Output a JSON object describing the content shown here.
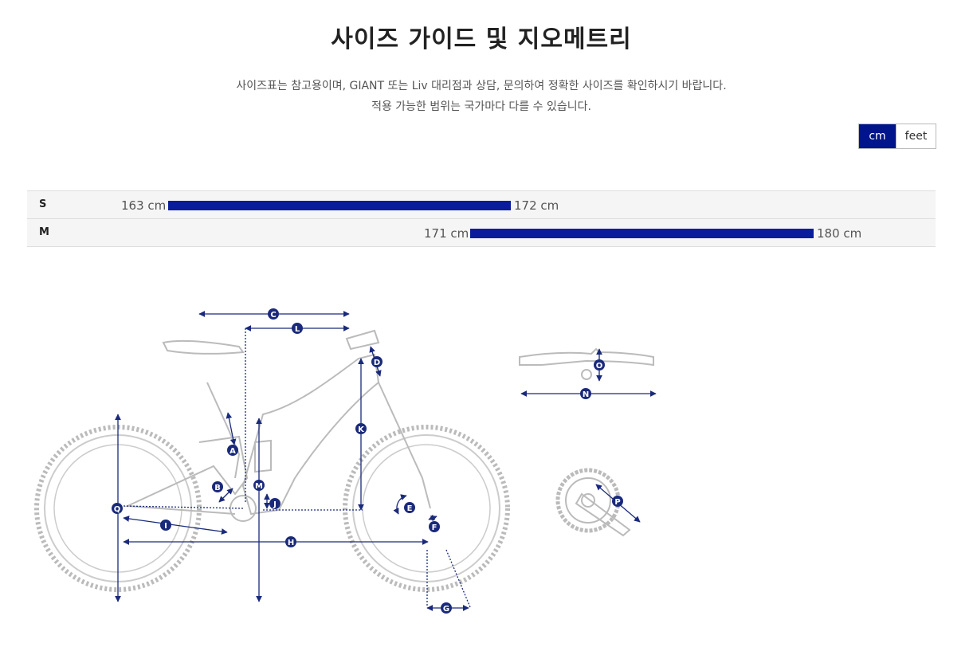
{
  "title": "사이즈 가이드 및 지오메트리",
  "description": {
    "line1": "사이즈표는 참고용이며, GIANT 또는 Liv 대리점과 상담, 문의하여 정확한 사이즈를 확인하시기 바랍니다.",
    "line2": "적용 가능한 범위는 국가마다 다를 수 있습니다."
  },
  "units": {
    "cm_label": "cm",
    "feet_label": "feet",
    "selected": "cm"
  },
  "sizes": [
    {
      "size": "S",
      "min": "163 cm",
      "max": "172 cm",
      "min_cm": 163,
      "max_cm": 172
    },
    {
      "size": "M",
      "min": "171 cm",
      "max": "180 cm",
      "min_cm": 171,
      "max_cm": 180
    }
  ],
  "geometry_labels": [
    "A",
    "B",
    "C",
    "D",
    "E",
    "F",
    "G",
    "H",
    "I",
    "J",
    "K",
    "L",
    "M",
    "N",
    "O",
    "P",
    "Q"
  ],
  "colors": {
    "accent": "#00148c",
    "bar": "#0a1c9c",
    "frame": "#bbbbbb"
  }
}
